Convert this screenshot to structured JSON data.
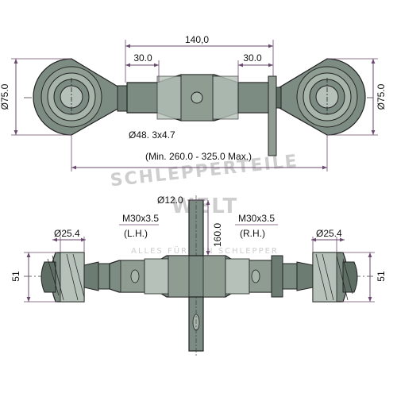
{
  "dimensions": {
    "top_overall_length": "140,0",
    "top_left_offset": "30.0",
    "top_right_offset": "30.0",
    "top_left_diameter": "Ø75.0",
    "top_right_diameter": "Ø75.0",
    "tube_spec": "Ø48. 3x4.7",
    "length_range": "(Min. 260.0 - 325.0 Max.)",
    "pin_diameter": "Ø12.0",
    "handle_length": "160.0",
    "left_thread": "M30x3.5",
    "left_thread_hand": "(L.H.)",
    "right_thread": "M30x3.5",
    "right_thread_hand": "(R.H.)",
    "left_ball_diameter": "Ø25.4",
    "right_ball_diameter": "Ø25.4",
    "left_ball_width": "51",
    "right_ball_width": "51"
  },
  "watermark": {
    "line1": "SCHLEPPERTEILE",
    "line2": "WELT",
    "line3": "ALLES FÜR DEN SCHLEPPER"
  },
  "colors": {
    "part_fill": "#7d8c82",
    "part_light": "#b6c2b9",
    "part_dark": "#5f6e64",
    "line": "#222222",
    "dimension": "#6a4a6e"
  }
}
